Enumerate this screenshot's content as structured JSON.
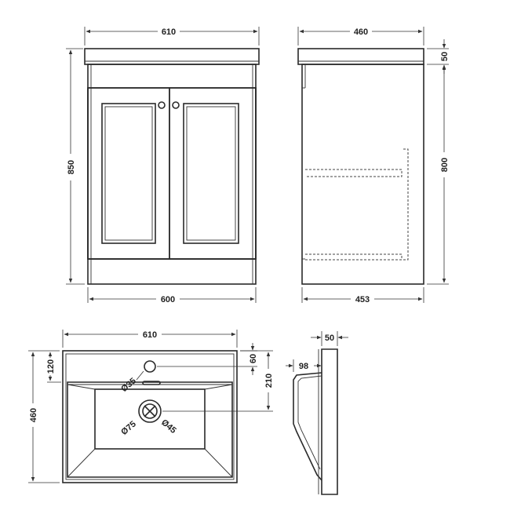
{
  "dimensions": {
    "front_top_width": "610",
    "front_height": "850",
    "front_base_width": "600",
    "side_top_depth": "460",
    "side_top_thickness": "50",
    "side_body_height": "800",
    "side_base_depth": "453",
    "basin_width": "610",
    "basin_depth": "460",
    "tap_hole_offset": "120",
    "tap_hole_spacing": "60",
    "bowl_offset": "210",
    "tap_hole_diameter": "Ø35",
    "waste_outer_diameter": "Ø75",
    "waste_inner_diameter": "Ø45",
    "basin_profile_thickness": "50",
    "basin_profile_depth": "98"
  },
  "colors": {
    "line": "#2a2a2a",
    "background": "#ffffff"
  }
}
